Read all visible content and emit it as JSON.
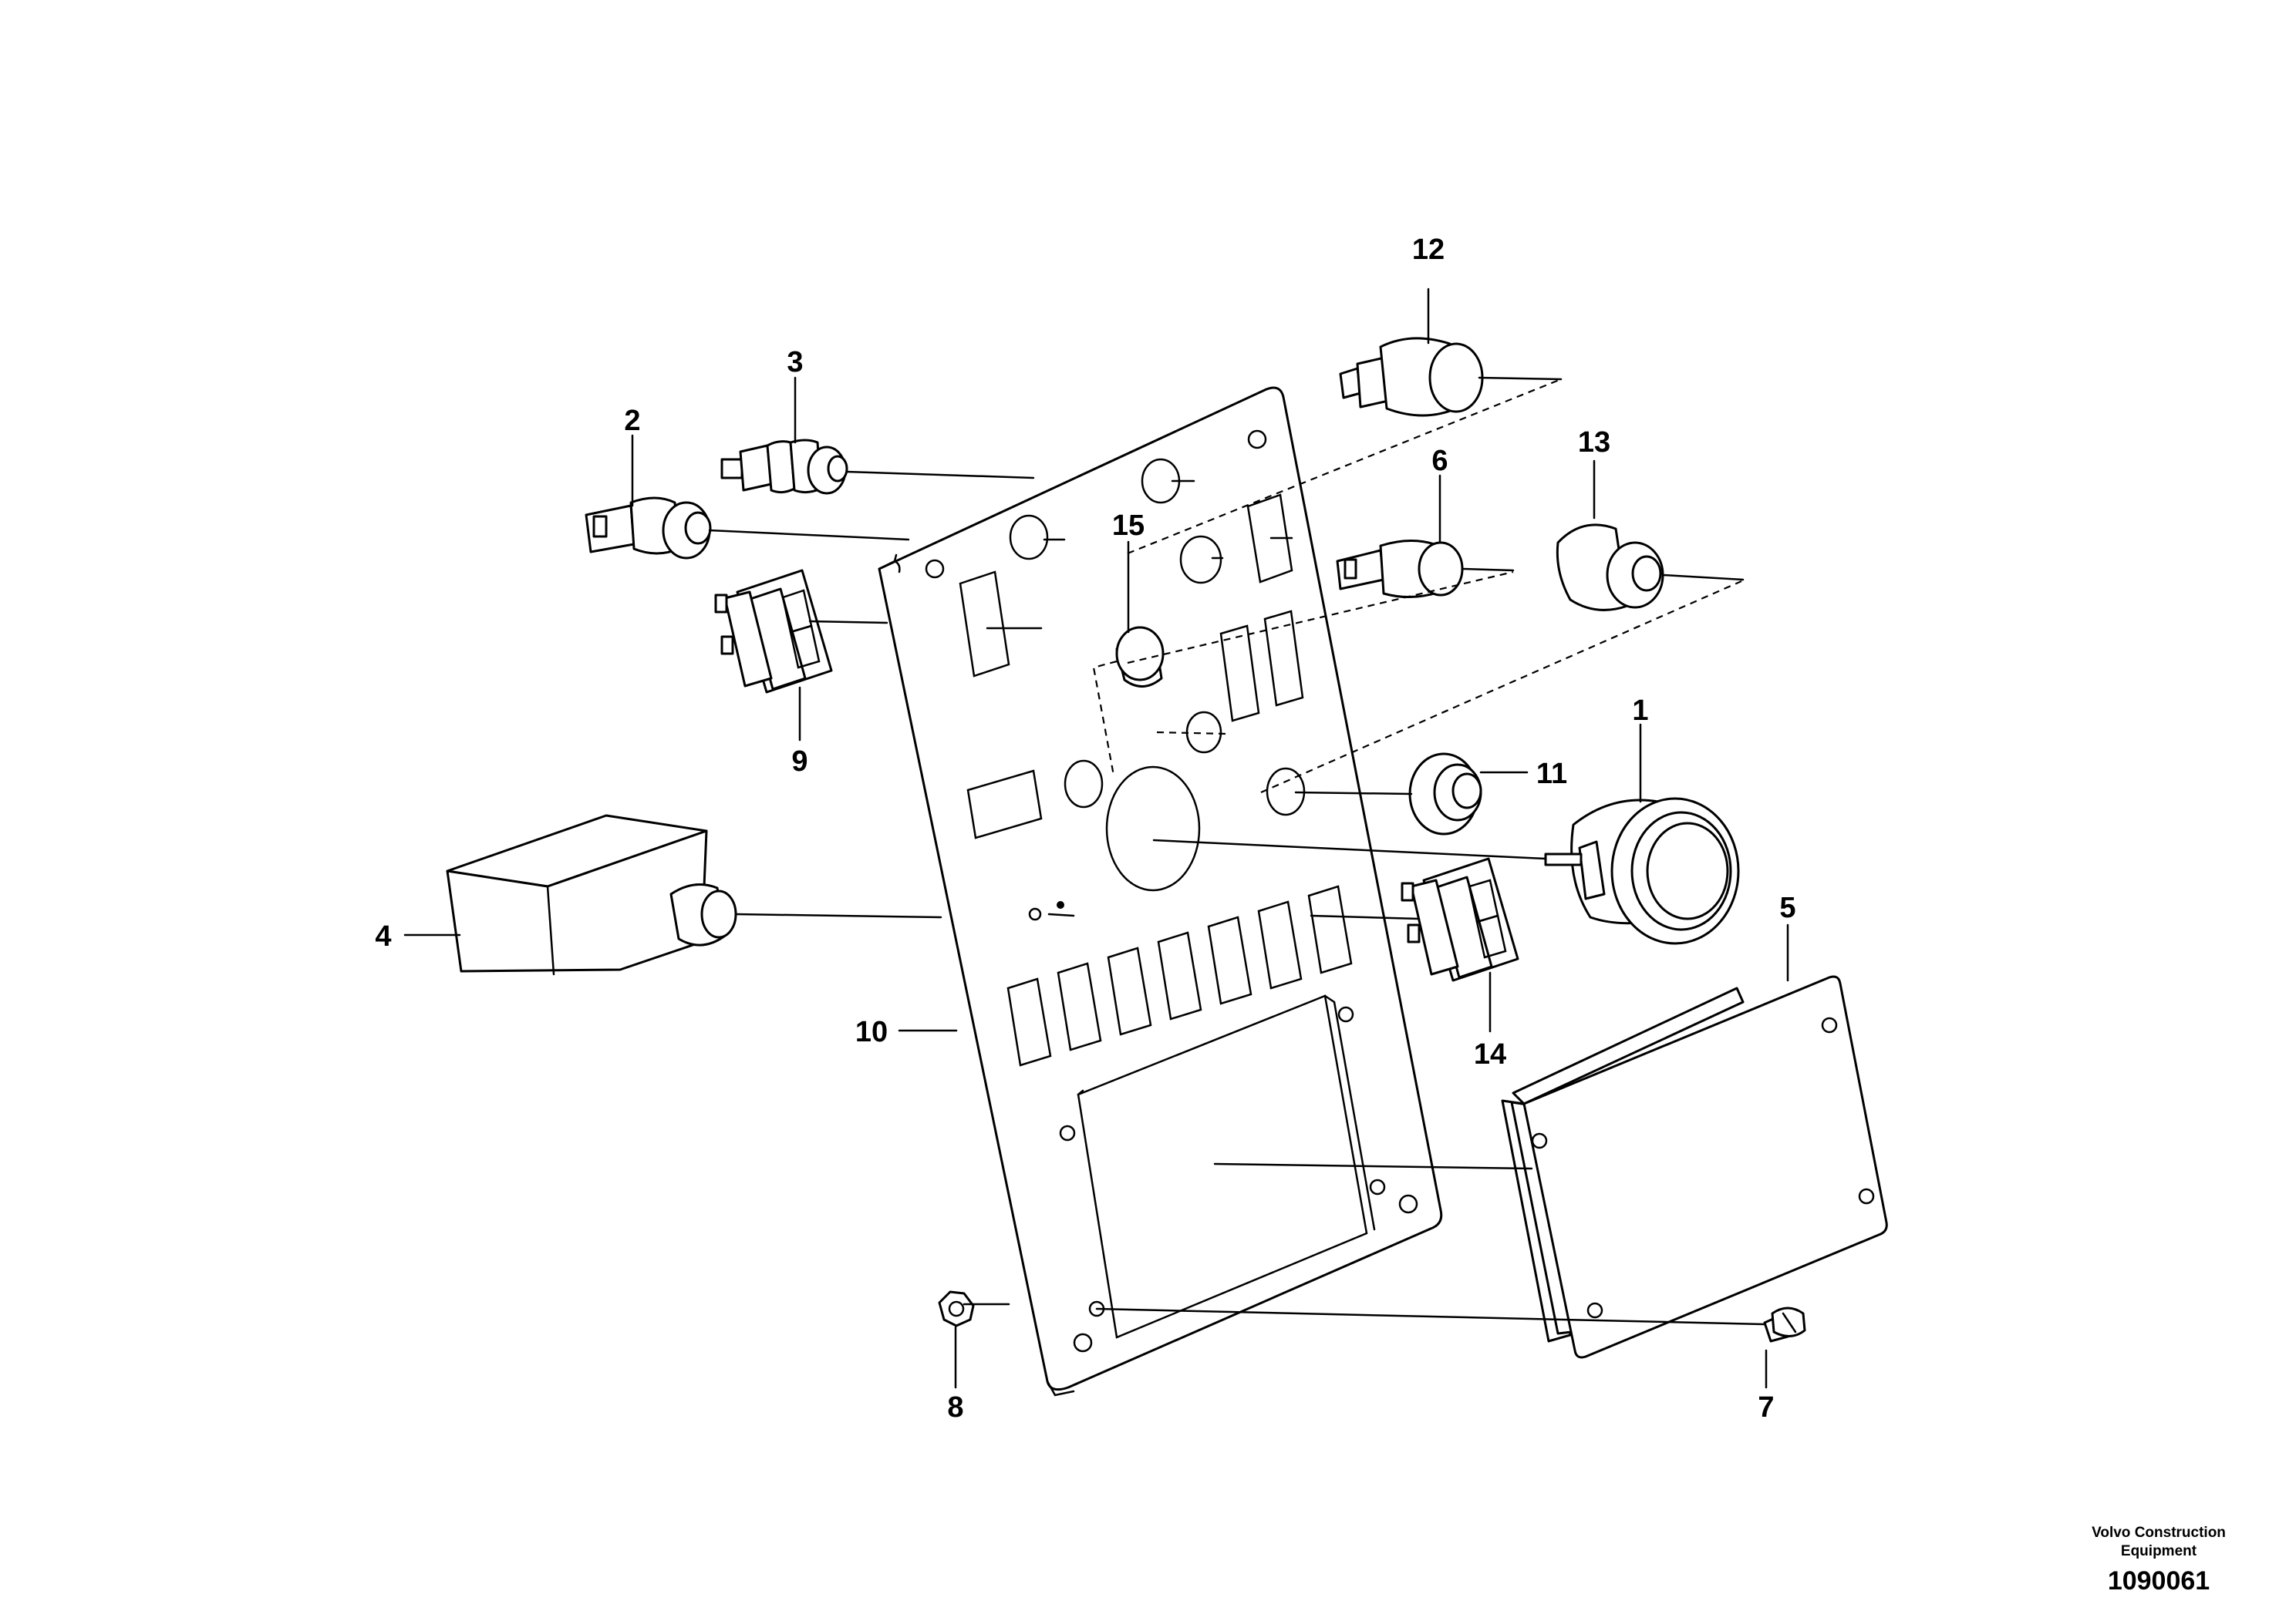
{
  "diagram": {
    "callouts": [
      {
        "id": "1",
        "label": "1"
      },
      {
        "id": "2",
        "label": "2"
      },
      {
        "id": "3",
        "label": "3"
      },
      {
        "id": "4",
        "label": "4"
      },
      {
        "id": "5",
        "label": "5"
      },
      {
        "id": "6",
        "label": "6"
      },
      {
        "id": "7",
        "label": "7"
      },
      {
        "id": "8",
        "label": "8"
      },
      {
        "id": "9",
        "label": "9"
      },
      {
        "id": "10",
        "label": "10"
      },
      {
        "id": "11",
        "label": "11"
      },
      {
        "id": "12",
        "label": "12"
      },
      {
        "id": "13",
        "label": "13"
      },
      {
        "id": "14",
        "label": "14"
      },
      {
        "id": "15",
        "label": "15"
      }
    ]
  },
  "credit": {
    "organization": "Volvo Construction Equipment",
    "drawing_number": "1090061"
  }
}
